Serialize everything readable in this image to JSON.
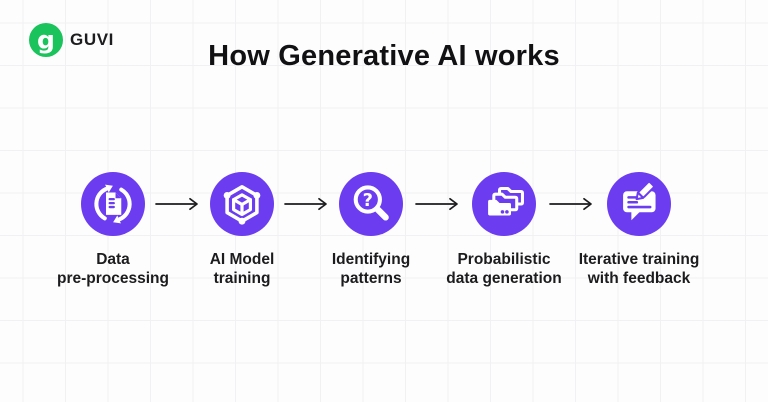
{
  "brand": {
    "name": "GUVI",
    "logo_letter": "g",
    "logo_color": "#1BC35C"
  },
  "title": "How Generative AI works",
  "theme": {
    "accent_purple": "#6B3CF0",
    "text_color": "#1C1C1E",
    "arrow_color": "#1D1D1F",
    "background": "#FDFDFD",
    "grid_line": "#F1F1F3"
  },
  "steps": [
    {
      "label": "Data\npre-processing",
      "icon": "document-refresh-icon"
    },
    {
      "label": "AI Model\ntraining",
      "icon": "cube-network-icon"
    },
    {
      "label": "Identifying\npatterns",
      "icon": "magnifier-question-icon"
    },
    {
      "label": "Probabilistic\ndata generation",
      "icon": "stacked-folders-icon"
    },
    {
      "label": "Iterative training\nwith feedback",
      "icon": "chat-edit-icon"
    }
  ],
  "glyphs": {
    "magnifier_question": "?"
  }
}
